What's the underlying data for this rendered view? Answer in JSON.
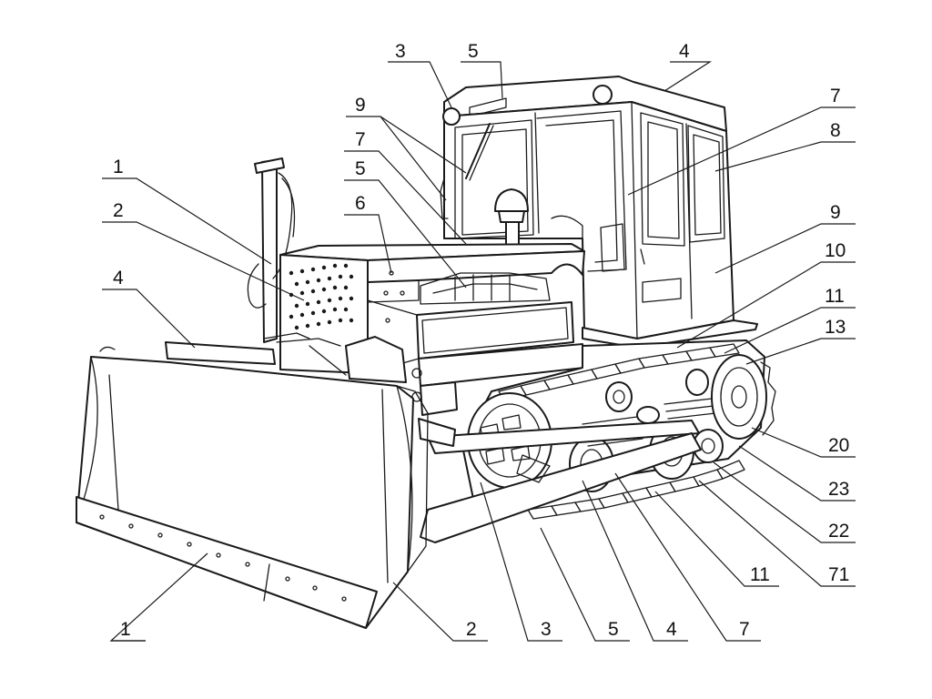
{
  "callouts": [
    {
      "id": "c-3-top",
      "label": "3"
    },
    {
      "id": "c-5-top",
      "label": "5"
    },
    {
      "id": "c-4-top",
      "label": "4"
    },
    {
      "id": "c-9-left",
      "label": "9"
    },
    {
      "id": "c-7-left",
      "label": "7"
    },
    {
      "id": "c-5-mid",
      "label": "5"
    },
    {
      "id": "c-6",
      "label": "6"
    },
    {
      "id": "c-1-left",
      "label": "1"
    },
    {
      "id": "c-2-left",
      "label": "2"
    },
    {
      "id": "c-4-left",
      "label": "4"
    },
    {
      "id": "c-7-right",
      "label": "7"
    },
    {
      "id": "c-8",
      "label": "8"
    },
    {
      "id": "c-9-right",
      "label": "9"
    },
    {
      "id": "c-10",
      "label": "10"
    },
    {
      "id": "c-11-right",
      "label": "11"
    },
    {
      "id": "c-13",
      "label": "13"
    },
    {
      "id": "c-20",
      "label": "20"
    },
    {
      "id": "c-23",
      "label": "23"
    },
    {
      "id": "c-22",
      "label": "22"
    },
    {
      "id": "c-71",
      "label": "71"
    },
    {
      "id": "c-11-bottom",
      "label": "11"
    },
    {
      "id": "c-7-bottom",
      "label": "7"
    },
    {
      "id": "c-4-bottom",
      "label": "4"
    },
    {
      "id": "c-5-bottom",
      "label": "5"
    },
    {
      "id": "c-3-bottom",
      "label": "3"
    },
    {
      "id": "c-2-bottom",
      "label": "2"
    },
    {
      "id": "c-1-bottom",
      "label": "1"
    }
  ]
}
